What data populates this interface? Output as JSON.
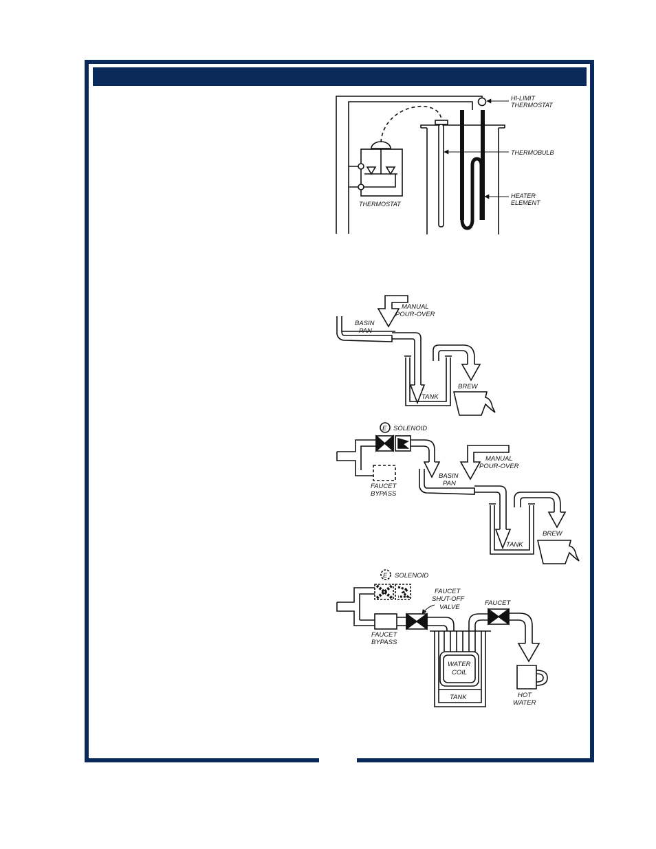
{
  "page": {
    "border_color": "#0a2a5c",
    "header_bar_color": "#0a2a5c",
    "stroke_color": "#111111"
  },
  "diagram_heater": {
    "hi_limit": [
      "HI-LIMIT",
      "THERMOSTAT"
    ],
    "thermobulb": "THERMOBULB",
    "heater_element": [
      "HEATER",
      "ELEMENT"
    ],
    "thermostat": "THERMOSTAT"
  },
  "diagram_pourover": {
    "manual_pour_over": [
      "MANUAL",
      "POUR-OVER"
    ],
    "basin_pan": [
      "BASIN",
      "PAN"
    ],
    "tank": "TANK",
    "brew": "BREW"
  },
  "diagram_solenoid": {
    "solenoid_symbol": "E",
    "solenoid": "SOLENOID",
    "faucet_bypass": [
      "FAUCET",
      "BYPASS"
    ],
    "basin_pan": [
      "BASIN",
      "PAN"
    ],
    "manual_pour_over": [
      "MANUAL",
      "POUR-OVER"
    ],
    "tank": "TANK",
    "brew": "BREW"
  },
  "diagram_hot_water": {
    "solenoid_symbol": "E",
    "solenoid": "SOLENOID",
    "shutoff_valve": [
      "FAUCET",
      "SHUT-OFF",
      "VALVE"
    ],
    "faucet": "FAUCET",
    "faucet_bypass": [
      "FAUCET",
      "BYPASS"
    ],
    "water_coil": [
      "WATER",
      "COIL"
    ],
    "tank": "TANK",
    "hot_water": [
      "HOT",
      "WATER"
    ]
  }
}
